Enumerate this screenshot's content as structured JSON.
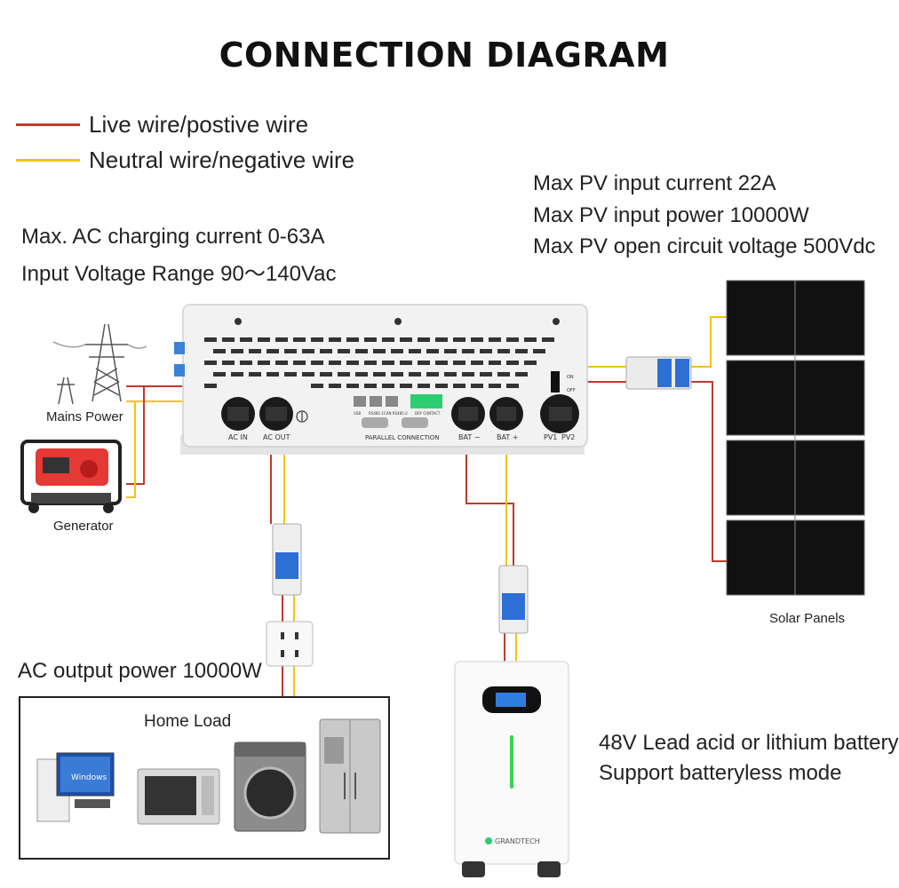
{
  "title": "CONNECTION DIAGRAM",
  "legend": [
    {
      "label": "Live wire/postive wire",
      "color": "#c0392b"
    },
    {
      "label": "Neutral wire/negative wire",
      "color": "#f1c40f"
    }
  ],
  "ac_specs": [
    "Max. AC charging current 0-63A",
    "Input Voltage Range 90～140Vac"
  ],
  "pv_specs": [
    "Max PV input current 22A",
    "Max PV input power 10000W",
    "Max PV open circuit voltage 500Vdc"
  ],
  "sources": {
    "mains": "Mains Power",
    "generator": "Generator",
    "solar": "Solar Panels"
  },
  "inverter": {
    "ports": {
      "ac_in": "AC IN",
      "ac_out": "AC OUT",
      "bat_neg": "BAT −",
      "bat_pos": "BAT +",
      "pv1": "PV1",
      "pv2": "PV2"
    },
    "parallel_label": "PARALLEL CONNECTION",
    "small_ports": [
      "USB",
      "RS485-1",
      "CAN RS485-2",
      "DRY CONTACT"
    ],
    "breaker_on": "ON",
    "breaker_off": "OFF"
  },
  "ac_output": "AC output power 10000W",
  "home_load": "Home Load",
  "computer_screen": "Windows",
  "battery": {
    "line1": "48V Lead acid or lithium battery",
    "line2": "Support batteryless mode",
    "brand": "GRANDTECH"
  },
  "colors": {
    "live": "#c0392b",
    "neutral": "#f1c40f",
    "panel": "#111111"
  }
}
